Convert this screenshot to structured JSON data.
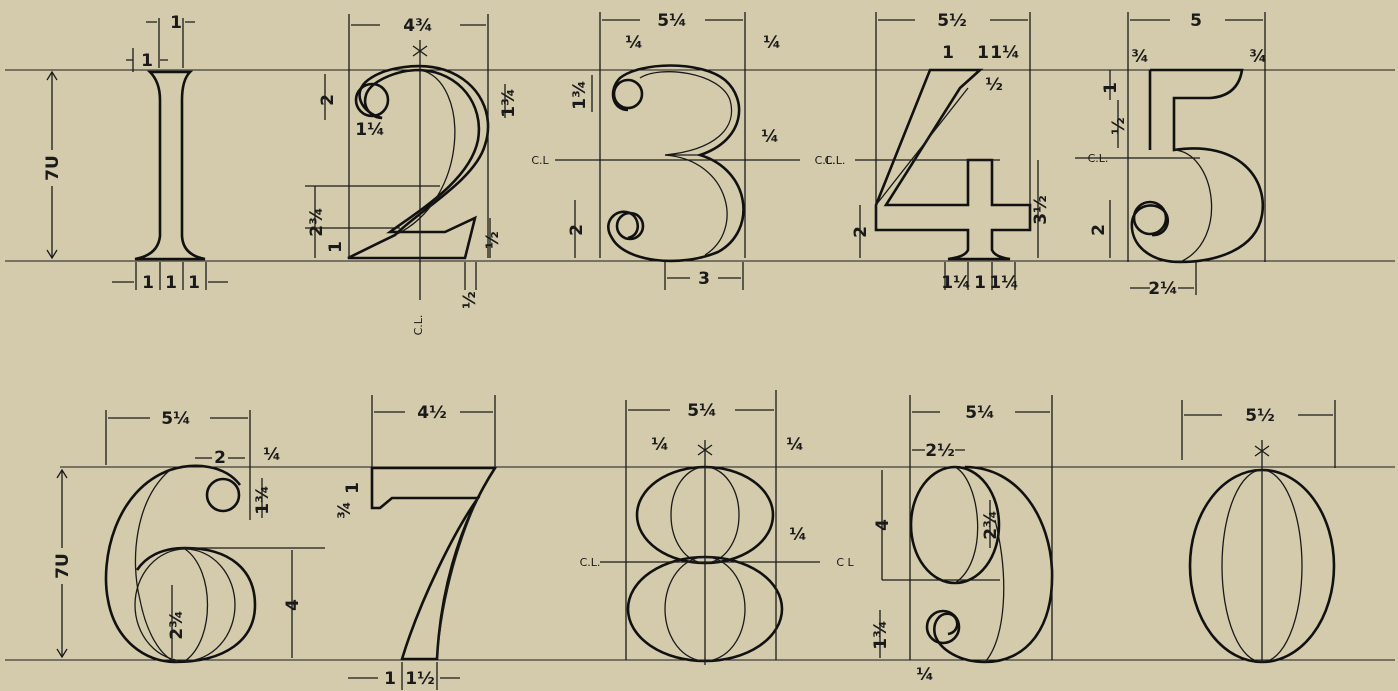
{
  "paper_color": "#d4cbac",
  "ink_color": "#1a1a1a",
  "row1": {
    "height_label": "7U",
    "d1": {
      "top": "1",
      "top_left": "1",
      "bottom": [
        "1",
        "1",
        "1"
      ]
    },
    "d2": {
      "width": "4¾",
      "curl_h": "2",
      "curl_w": "1¼",
      "curl_right": "1¾",
      "base_h": "2¾",
      "foot": "1",
      "tail_h": "½",
      "tail_w": "½",
      "cl": "C.L."
    },
    "d3": {
      "width": "5¼",
      "left_inset": "¼",
      "right_inset": "¼",
      "curl_top": "1¾",
      "curl_bottom": "2",
      "offset": "¼",
      "bottom_w": "3",
      "cl_left": "C.L",
      "cl_right": "C.L."
    },
    "d4": {
      "width": "5½",
      "top_a": "1",
      "top_b": "1",
      "top_c": "1¼",
      "notch": "½",
      "left_h": "2",
      "right_h": "3½",
      "bottom": [
        "1¼",
        "1",
        "1¼"
      ],
      "cl": "C.L."
    },
    "d5": {
      "width": "5",
      "left": "¾",
      "right": "¾",
      "flag_h": "1",
      "stem_h": "½",
      "curl_h": "2",
      "bottom_w": "2¼",
      "cl": "C.L."
    }
  },
  "row2": {
    "height_label": "7U",
    "d6": {
      "width": "5¼",
      "curl_w": "2",
      "inset": "¼",
      "curl_h": "1¾",
      "lower_h": "4",
      "inner_h": "2¾"
    },
    "d7": {
      "width": "4½",
      "flag_a": "1",
      "flag_b": "¾",
      "bottom_a": "1",
      "bottom_b": "1½"
    },
    "d8": {
      "width": "5¼",
      "left": "¼",
      "right": "¼",
      "offset": "¼",
      "cl_left": "C.L.",
      "cl_right": "C L"
    },
    "d9": {
      "width": "5¼",
      "top_w": "2½",
      "upper_h": "4",
      "inner_h": "2¾",
      "curl_h": "1¾",
      "inset": "¼"
    },
    "d0": {
      "width": "5½"
    }
  }
}
